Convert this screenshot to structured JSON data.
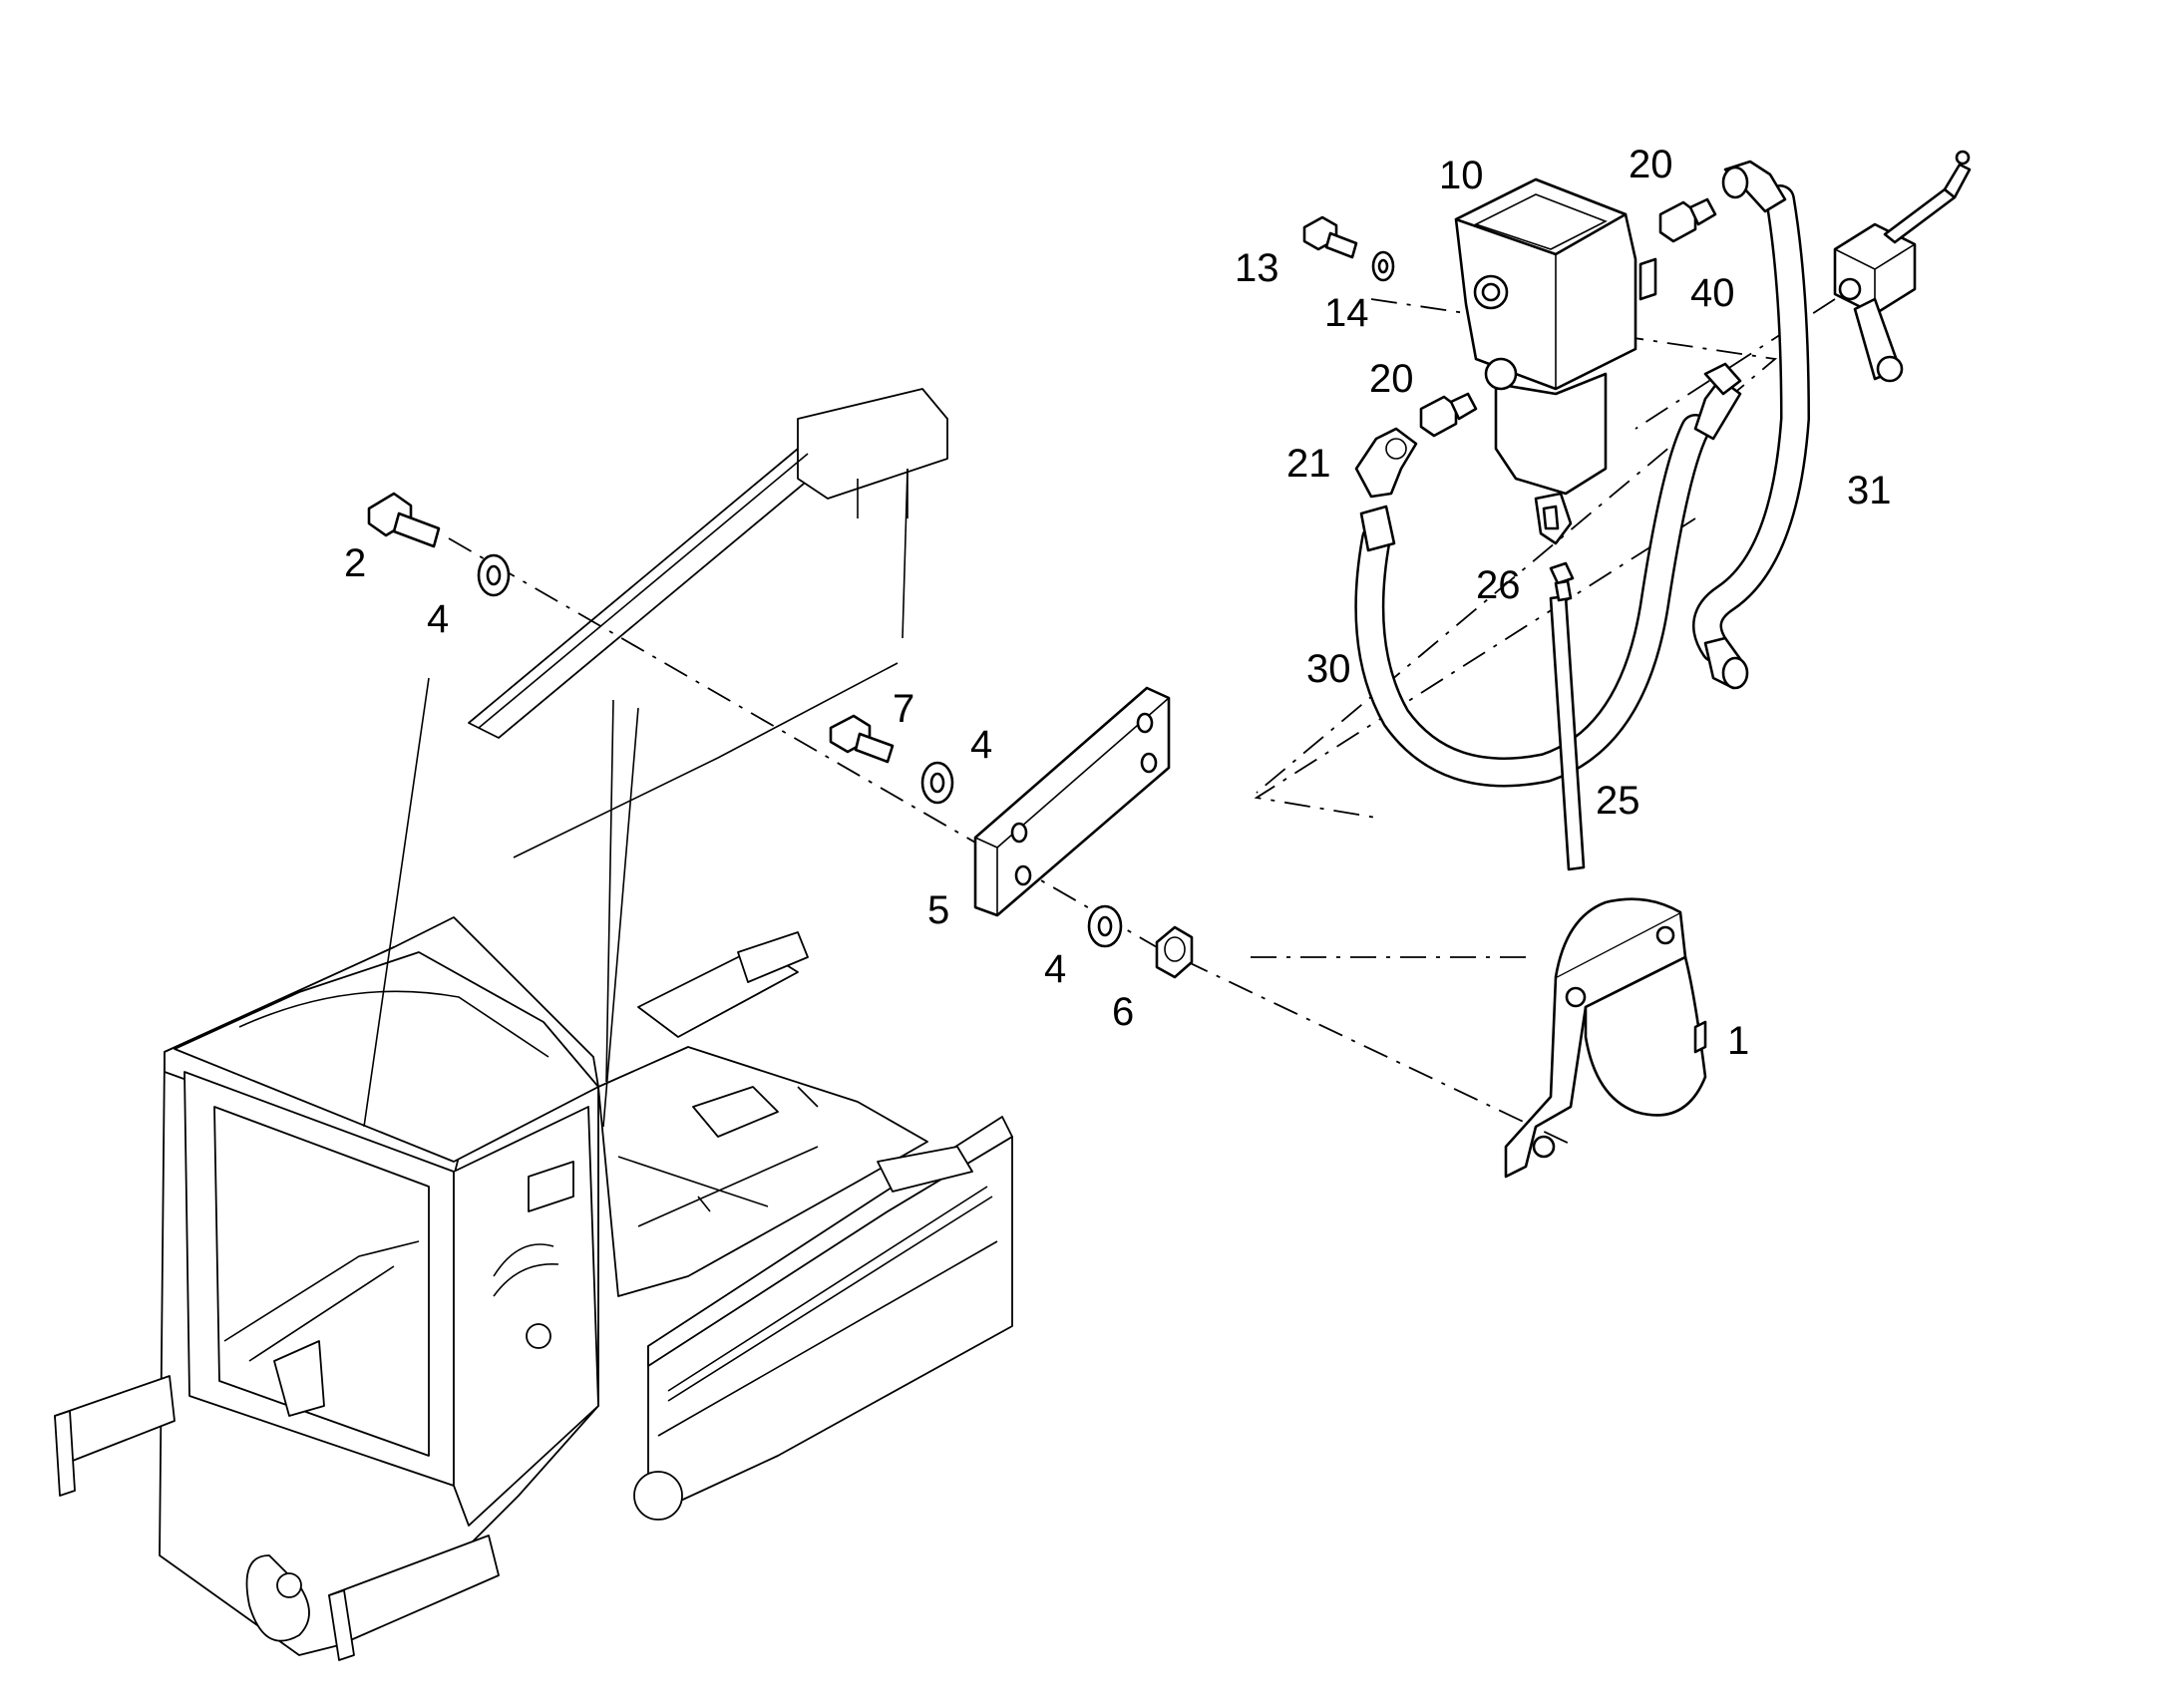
{
  "diagram": {
    "callouts": [
      {
        "id": "c1",
        "text": "1"
      },
      {
        "id": "c2",
        "text": "2"
      },
      {
        "id": "c4a",
        "text": "4"
      },
      {
        "id": "c4b",
        "text": "4"
      },
      {
        "id": "c4c",
        "text": "4"
      },
      {
        "id": "c5",
        "text": "5"
      },
      {
        "id": "c6",
        "text": "6"
      },
      {
        "id": "c7",
        "text": "7"
      },
      {
        "id": "c10",
        "text": "10"
      },
      {
        "id": "c13",
        "text": "13"
      },
      {
        "id": "c14",
        "text": "14"
      },
      {
        "id": "c20a",
        "text": "20"
      },
      {
        "id": "c20b",
        "text": "20"
      },
      {
        "id": "c21",
        "text": "21"
      },
      {
        "id": "c25",
        "text": "25"
      },
      {
        "id": "c26",
        "text": "26"
      },
      {
        "id": "c30",
        "text": "30"
      },
      {
        "id": "c31",
        "text": "31"
      },
      {
        "id": "c40",
        "text": "40"
      }
    ],
    "colors": {
      "line": "#000000",
      "background": "#ffffff"
    }
  }
}
